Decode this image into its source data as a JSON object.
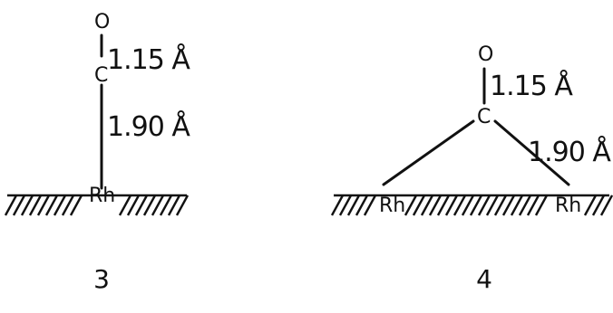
{
  "structures": [
    {
      "number": "3",
      "atoms": {
        "oxygen": "O",
        "carbon": "C",
        "metal": "Rh"
      },
      "distances": {
        "c_o": "1.15 Å",
        "rh_c": "1.90 Å"
      }
    },
    {
      "number": "4",
      "atoms": {
        "oxygen": "O",
        "carbon": "C",
        "metal_left": "Rh",
        "metal_right": "Rh"
      },
      "distances": {
        "c_o": "1.15 Å",
        "rh_c": "1.90 Å"
      }
    }
  ]
}
